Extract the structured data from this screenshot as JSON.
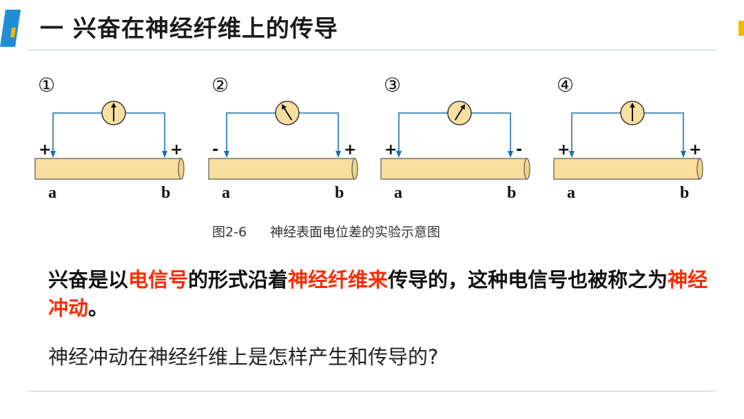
{
  "slide": {
    "title": "一  兴奋在神经纤维上的传导",
    "accent_color": "#1e8fd6",
    "rule_color": "#a9d3df",
    "highlight_color": "#ff2a00"
  },
  "figure": {
    "panels": [
      {
        "number": "①",
        "left_sign": "+",
        "right_sign": "+",
        "left_label": "a",
        "right_label": "b",
        "needle": "up"
      },
      {
        "number": "②",
        "left_sign": "-",
        "right_sign": "+",
        "left_label": "a",
        "right_label": "b",
        "needle": "left"
      },
      {
        "number": "③",
        "left_sign": "+",
        "right_sign": "-",
        "left_label": "a",
        "right_label": "b",
        "needle": "right"
      },
      {
        "number": "④",
        "left_sign": "+",
        "right_sign": "+",
        "left_label": "a",
        "right_label": "b",
        "needle": "up"
      }
    ],
    "caption_id": "图2-6",
    "caption_text": "神经表面电位差的实验示意图"
  },
  "body": {
    "p1": "兴奋是以",
    "h1": "电信号",
    "p2": "的形式沿着",
    "h2": "神经纤维来",
    "p3": "传导的，这种电信号也被称之为",
    "h3": "神经冲动",
    "p4": "。",
    "question": "神经冲动在神经纤维上是怎样产生和传导的?"
  }
}
